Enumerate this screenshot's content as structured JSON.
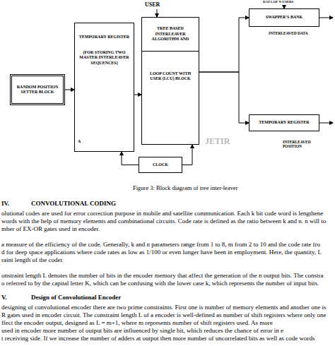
{
  "diagram": {
    "caption": "Figure 3: Block diagram of tree inter-leaver",
    "nodes": [
      {
        "text": [
          "RANDOM POSITION SETTER BLOCK"
        ]
      },
      {
        "text": [
          "TEMPORARY REGISTER",
          "(FOR STORING TWO MASTER INTERLEAVER SEQUENCES)",
          "A"
        ]
      },
      {
        "text": [
          "TREE BASED INTERLEAVER ALGORITHM AND",
          "LOOP COUNT WITH USER (LCU) BLOCK"
        ]
      },
      {
        "text": [
          "SWAPPER'S BANK"
        ]
      },
      {
        "text": [
          "TEMPORARY REGISTER"
        ]
      },
      {
        "text": [
          "CLOCK"
        ]
      }
    ],
    "edges": [
      {
        "from": 0,
        "to": 1,
        "arrow": "to"
      },
      {
        "from": 1,
        "to": 2,
        "arrow": "to"
      },
      {
        "from": 2,
        "to": 3,
        "arrow": "to"
      },
      {
        "from": 2,
        "to": 4,
        "arrow": "to"
      },
      {
        "from": 5,
        "to": 1,
        "arrow": "to"
      },
      {
        "from": 5,
        "to": 2,
        "arrow": "to"
      }
    ],
    "labels": [
      "USER",
      "DATA OF N USERS",
      "INTERLEAVED DATA",
      "INTERLEAVED POSITION",
      "JETIR",
      "IV.",
      "CONVOLUTIONAL CODING",
      "olutional codes are used for error correction purpose in mobile and satellite communication. Each k bit code word is lengthene",
      "words with the help of memory elements and combinational circuits. Code rate is defined as the ratio between k and n. n will to",
      "mber of EX-OR gates used in encoder.",
      "a measure of the efficiency of the code. Generally, k and n parameters range from 1 to 8, m from 2 to 10 and the code rate fro",
      "d for deep space applications where code rates as low as 1/100 or even longer have been in employment. Here, the quantity, L",
      "raint length of the coder.",
      "onstraint length L denotes the number of bits in the encoder memory that affect the generation of the n output bits. The constra",
      "o referred to by the capital letter K, which can be confusing with the lower case k, which represents the number of input bits.",
      "V.",
      "Design of Convolutional Encoder",
      "designing of convolutional encoder there are two prime constraints. First one is number of memory elements and another one is",
      "R gates used in encoder circuit. The constraint length L of a encoder is well-defined as number of shift registers where only one",
      "ffect the encoder output, designed as L = m+1, where m represents number of shift registers used. As more",
      "used in encoder more number of output bits are influenced by single bit, which reduces the chance of error in e",
      "t receiving side. If we increase the number of adders at output then more number of uncorrelated bits as well as code words"
    ]
  }
}
